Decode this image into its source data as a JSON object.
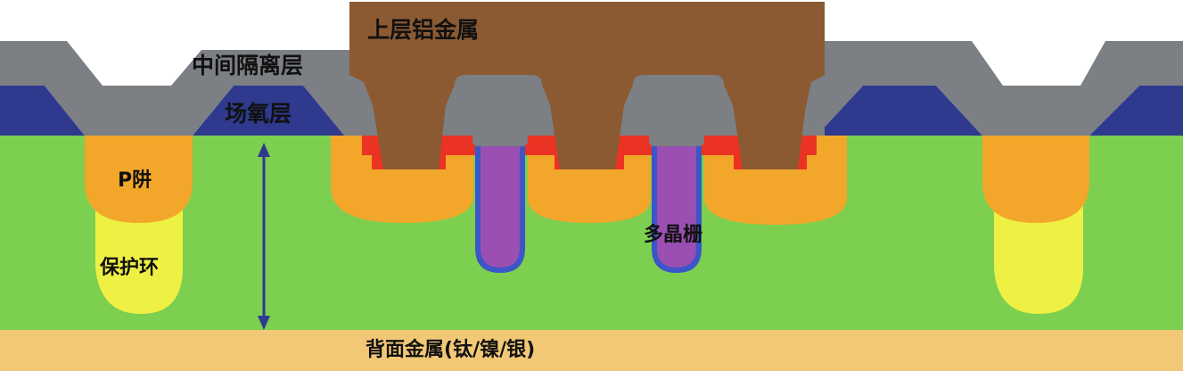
{
  "labels": {
    "top_metal": "上层铝金属",
    "interlayer_dielectric": "中间隔离层",
    "field_oxide": "场氧层",
    "p_well": "P阱",
    "guard_ring": "保护环",
    "poly_gate": "多晶栅",
    "back_metal": "背面金属(钛/镍/银)"
  },
  "colors": {
    "substrate": "#7dcf4f",
    "back_metal": "#f2c877",
    "field_oxide": "#2f3a8f",
    "interlayer_dielectric": "#7c7f84",
    "top_metal": "#8b5a32",
    "p_well": "#f2a72a",
    "guard_ring": "#eef044",
    "contact_red": "#ea3323",
    "poly_gate": "#9b4fb3",
    "poly_gate_outline": "#3b56c8",
    "arrow": "#2f3a8f"
  }
}
